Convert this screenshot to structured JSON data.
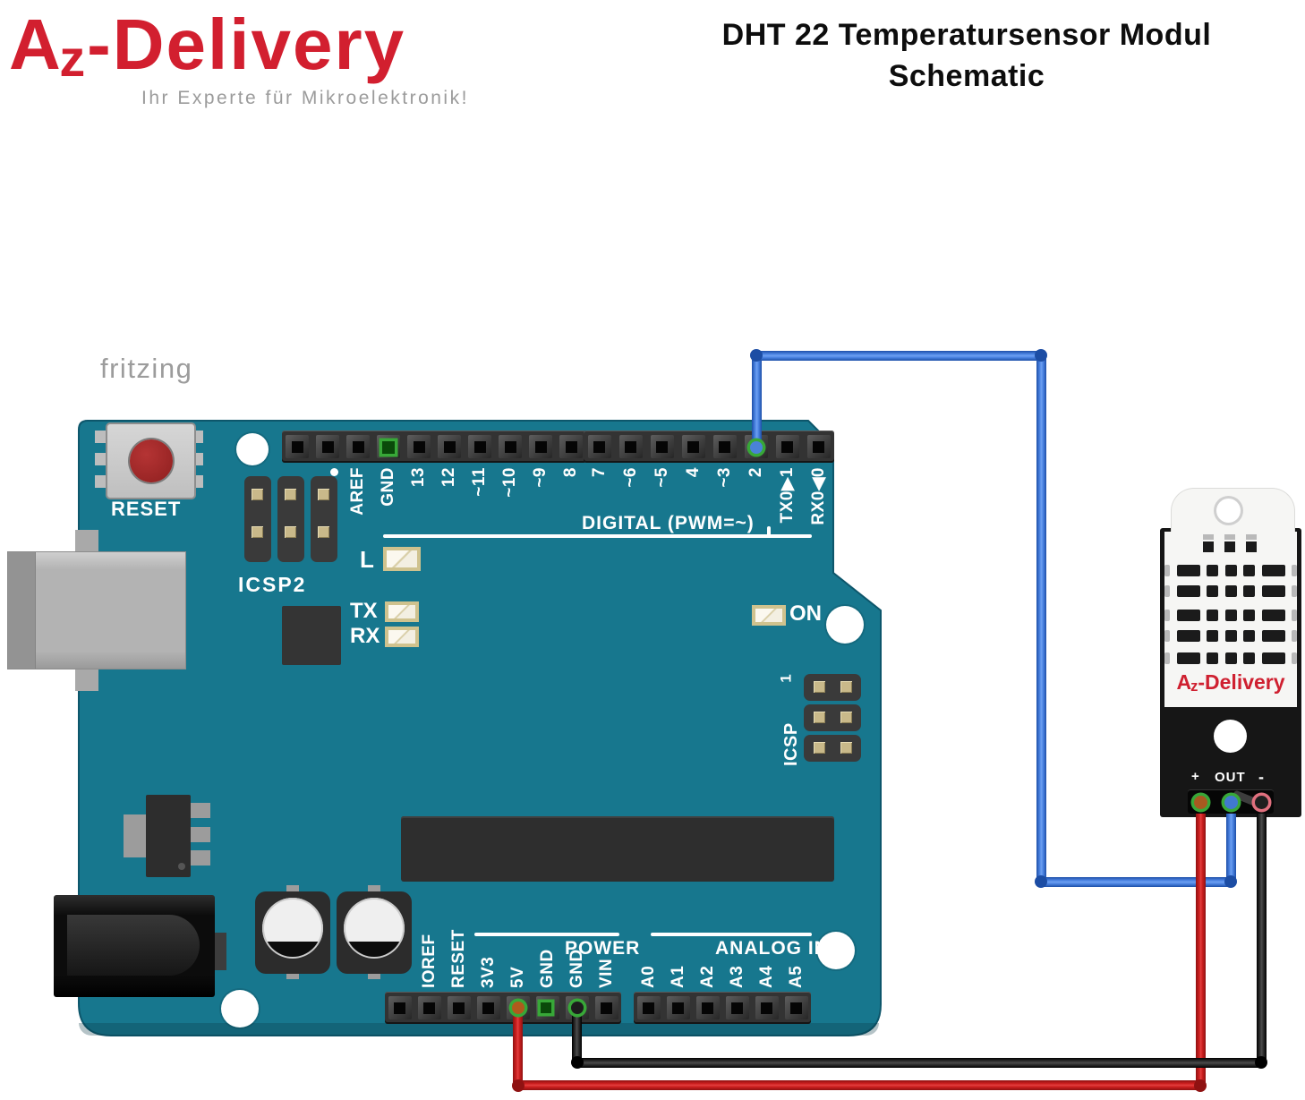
{
  "header": {
    "logo": {
      "a": "A",
      "z": "z",
      "rest": "-Delivery",
      "tagline": "Ihr Experte für Mikroelektronik!"
    },
    "title_line1": "DHT 22 Temperatursensor Modul",
    "title_line2": "Schematic"
  },
  "watermark": "fritzing",
  "arduino": {
    "reset_label": "RESET",
    "icsp2_label": "ICSP2",
    "icsp_label": "ICSP",
    "icsp_pin1": "1",
    "led_l": "L",
    "led_tx": "TX",
    "led_rx": "RX",
    "led_on": "ON",
    "digital_caption": "DIGITAL (PWM=~)",
    "power_caption": "POWER",
    "analog_caption": "ANALOG IN",
    "digital_left_labels": [
      "",
      "",
      "AREF",
      "GND",
      "13",
      "12",
      "~11",
      "~10",
      "~9",
      "8"
    ],
    "digital_right_labels": [
      "7",
      "~6",
      "~5",
      "4",
      "~3",
      "2",
      "TX0▶1",
      "RX0◀0"
    ],
    "power_labels": [
      "",
      "IOREF",
      "RESET",
      "3V3",
      "5V",
      "GND",
      "GND",
      "VIN"
    ],
    "analog_labels": [
      "A0",
      "A1",
      "A2",
      "A3",
      "A4",
      "A5"
    ]
  },
  "sensor": {
    "brand": {
      "a": "A",
      "z": "z",
      "rest": "-Delivery"
    },
    "pin_plus": "+",
    "pin_out": "OUT",
    "pin_minus": "-"
  },
  "connections": [
    {
      "wire": "blue",
      "from": "arduino-digital-2",
      "to": "dht22-out"
    },
    {
      "wire": "red",
      "from": "arduino-5v",
      "to": "dht22-plus"
    },
    {
      "wire": "black",
      "from": "arduino-gnd",
      "to": "dht22-minus"
    }
  ],
  "colors": {
    "board_teal": "#17778e",
    "logo_red": "#d21f2f",
    "wire_blue": "#4f87e6",
    "wire_red": "#cf2020",
    "wire_black": "#3a3a3a",
    "connection_green": "#38a838"
  }
}
